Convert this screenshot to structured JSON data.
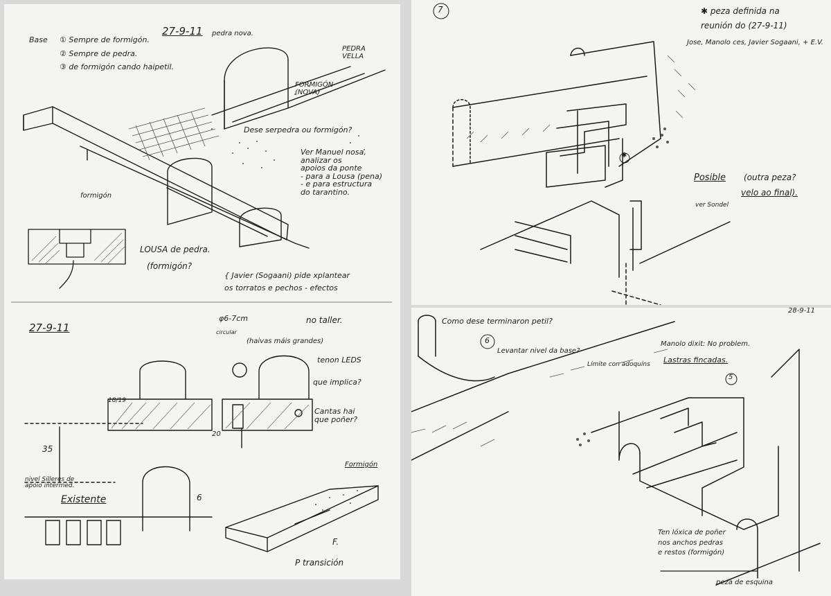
{
  "sheet1": {
    "date_top": "27-9-11",
    "pedra_nova": "pedra nova.",
    "pedra_vella": "PEDRA VELLA",
    "formigon_nova": "FORMIGÓN (NOVA)",
    "base_label": "Base",
    "base_options": [
      "① Sempre de formigón.",
      "② Sempre de pedra.",
      "③ de formigón cando haipetil."
    ],
    "dese_question": "Dese serpedra ou formigón?",
    "note_manuel": [
      "Ver Manuel nosa,",
      "analizar os",
      "apoios da ponte",
      "- para a Lousa (pena)",
      "- e para estructura",
      "do tarantino."
    ],
    "formigon_low": "formigón",
    "lousa_pedra": "LOUSA de pedra.",
    "formigon_q": "(formigón?",
    "javier_note": [
      "{ Javier (Sogaani) pide xplantear",
      "os torratos e pechos - efectos"
    ],
    "no_taller": "no taller.",
    "date_bottom": "27-9-11",
    "diam_label": "φ6-7cm",
    "circular": "circular",
    "haivos": "(haivas máis grandes)",
    "tenon_leds": "tenon LEDS",
    "que_impliqa": "que implica?",
    "cantas": "Cantas hai que poñer?",
    "dim_1819": "18/19",
    "dim_35": "35",
    "dim_20": "20",
    "dim_6": "6",
    "nivel_label": [
      "nivel Silleres de",
      "apoio intermed."
    ],
    "existente": "Existente",
    "formigon_br": "Formigón",
    "f_label": "F.",
    "transicion": "P transición"
  },
  "sheet2": {
    "circle_num": "7",
    "title_lines": [
      "✱ peza definida na",
      "reunión do (27-9-11)",
      "Jose, Manolo ces, Javier Sogaani, + E.V."
    ],
    "posible": "Posible",
    "outra_peza": "(outra peza?",
    "velo_final": "velo ao final).",
    "ver_sondel": "ver Sondel",
    "star_mark": "✱"
  },
  "sheet3": {
    "date": "28-9-11",
    "como_termina": "Como dese terminaron petil?",
    "circle_6": "6",
    "circle_5": "5",
    "levantar": "Levantar nivel da base?",
    "limite": "Límite con adoquíns",
    "manolo": "Manolo dixit: No problem.",
    "lastras": "Lastras fincadas.",
    "ten_logica": [
      "Ten lóxica de poñer",
      "nos anchos pedras",
      "e restos (formigón)"
    ],
    "peza_esquina": "peza de esquina"
  }
}
